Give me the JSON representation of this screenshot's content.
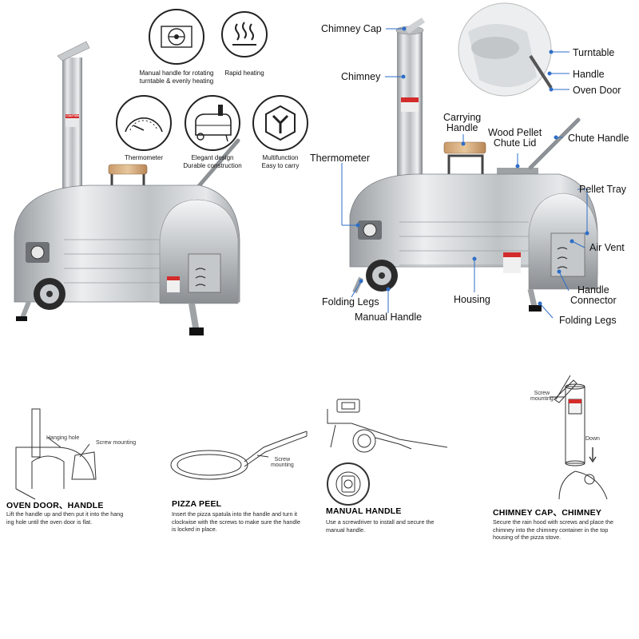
{
  "features": [
    {
      "text_line1": "Manual handle for rotating",
      "text_line2": "turntable & evenly heating",
      "icon": "turntable-handle-icon"
    },
    {
      "text_line1": "Rapid heating",
      "text_line2": "",
      "icon": "heat-waves-icon"
    },
    {
      "text_line1": "Thermometer",
      "text_line2": "",
      "icon": "thermometer-gauge-icon"
    },
    {
      "text_line1": "Elegant design",
      "text_line2": "Durable construction",
      "icon": "oven-icon"
    },
    {
      "text_line1": "Multifunction",
      "text_line2": "Easy to carry",
      "icon": "hexagon-y-icon"
    }
  ],
  "caution_label": "CAUTION",
  "part_labels": {
    "chimney_cap": "Chimney Cap",
    "chimney": "Chimney",
    "turntable": "Turntable",
    "handle": "Handle",
    "oven_door": "Oven Door",
    "carrying_handle_1": "Carrying",
    "carrying_handle_2": "Handle",
    "chute_lid_1": "Wood Pellet",
    "chute_lid_2": "Chute Lid",
    "chute_handle": "Chute Handle",
    "thermometer": "Thermometer",
    "pellet_tray": "Pellet Tray",
    "air_vent": "Air Vent",
    "handle_connector_1": "Handle",
    "handle_connector_2": "Connector",
    "folding_legs_left": "Folding Legs",
    "manual_handle": "Manual Handle",
    "housing": "Housing",
    "folding_legs_right": "Folding Legs"
  },
  "steps": [
    {
      "title": "OVEN DOOR、HANDLE",
      "desc_lines": [
        "Lift the handle up and then put it into the hang",
        "ing hole until the oven door is flat."
      ],
      "callouts": [
        "Hanging hole",
        "Screw mounting"
      ]
    },
    {
      "title": "PIZZA PEEL",
      "desc_lines": [
        "Insert the pizza spatula into the handle and turn it",
        "clockwise with the screws to make sure the handle",
        "is locked in place."
      ],
      "callouts": [
        "Screw",
        "mounting"
      ]
    },
    {
      "title": "MANUAL HANDLE",
      "desc_lines": [
        "Use a screwdriver to install and secure the",
        "manual handle."
      ],
      "callouts": []
    },
    {
      "title": "CHIMNEY CAP、CHIMNEY",
      "desc_lines": [
        "Secure the rain hood with screws and place the",
        "chimney into the chimney container in the top",
        "housing of the pizza stove."
      ],
      "callouts": [
        "Screw",
        "mounting",
        "Down"
      ]
    }
  ]
}
